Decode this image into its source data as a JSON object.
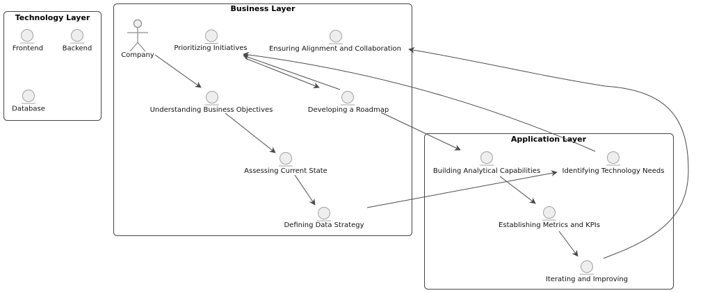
{
  "colors": {
    "background": "#ffffff",
    "box_border": "#454545",
    "node_fill": "#eeeeee",
    "node_border": "#a0a0a0",
    "edge": "#4a4a4a",
    "text": "#111111"
  },
  "layers": {
    "technology": {
      "title": "Technology Layer"
    },
    "business": {
      "title": "Business Layer"
    },
    "application": {
      "title": "Application Layer"
    }
  },
  "actor": {
    "label": "Company"
  },
  "nodes": {
    "frontend": {
      "label": "Frontend",
      "layer": "Technology Layer"
    },
    "backend": {
      "label": "Backend",
      "layer": "Technology Layer"
    },
    "database": {
      "label": "Database",
      "layer": "Technology Layer"
    },
    "prioritizing_initiatives": {
      "label": "Prioritizing Initiatives",
      "layer": "Business Layer"
    },
    "ensuring_alignment": {
      "label": "Ensuring Alignment and Collaboration",
      "layer": "Business Layer"
    },
    "understanding_objectives": {
      "label": "Understanding Business Objectives",
      "layer": "Business Layer"
    },
    "developing_roadmap": {
      "label": "Developing a Roadmap",
      "layer": "Business Layer"
    },
    "assessing_current_state": {
      "label": "Assessing Current State",
      "layer": "Business Layer"
    },
    "defining_data_strategy": {
      "label": "Defining Data Strategy",
      "layer": "Business Layer"
    },
    "building_analytical_capabilities": {
      "label": "Building Analytical Capabilities",
      "layer": "Application Layer"
    },
    "identifying_technology_needs": {
      "label": "Identifying Technology Needs",
      "layer": "Application Layer"
    },
    "establishing_metrics_kpis": {
      "label": "Establishing Metrics and KPIs",
      "layer": "Application Layer"
    },
    "iterating_improving": {
      "label": "Iterating and Improving",
      "layer": "Application Layer"
    }
  },
  "edges": [
    {
      "from": "Company",
      "to": "Understanding Business Objectives"
    },
    {
      "from": "Understanding Business Objectives",
      "to": "Assessing Current State"
    },
    {
      "from": "Assessing Current State",
      "to": "Defining Data Strategy"
    },
    {
      "from": "Defining Data Strategy",
      "to": "Identifying Technology Needs"
    },
    {
      "from": "Prioritizing Initiatives",
      "to": "Developing a Roadmap"
    },
    {
      "from": "Developing a Roadmap",
      "to": "Prioritizing Initiatives"
    },
    {
      "from": "Developing a Roadmap",
      "to": "Building Analytical Capabilities"
    },
    {
      "from": "Building Analytical Capabilities",
      "to": "Establishing Metrics and KPIs"
    },
    {
      "from": "Establishing Metrics and KPIs",
      "to": "Iterating and Improving"
    },
    {
      "from": "Iterating and Improving",
      "to": "Ensuring Alignment and Collaboration"
    },
    {
      "from": "Identifying Technology Needs",
      "to": "Prioritizing Initiatives"
    }
  ]
}
